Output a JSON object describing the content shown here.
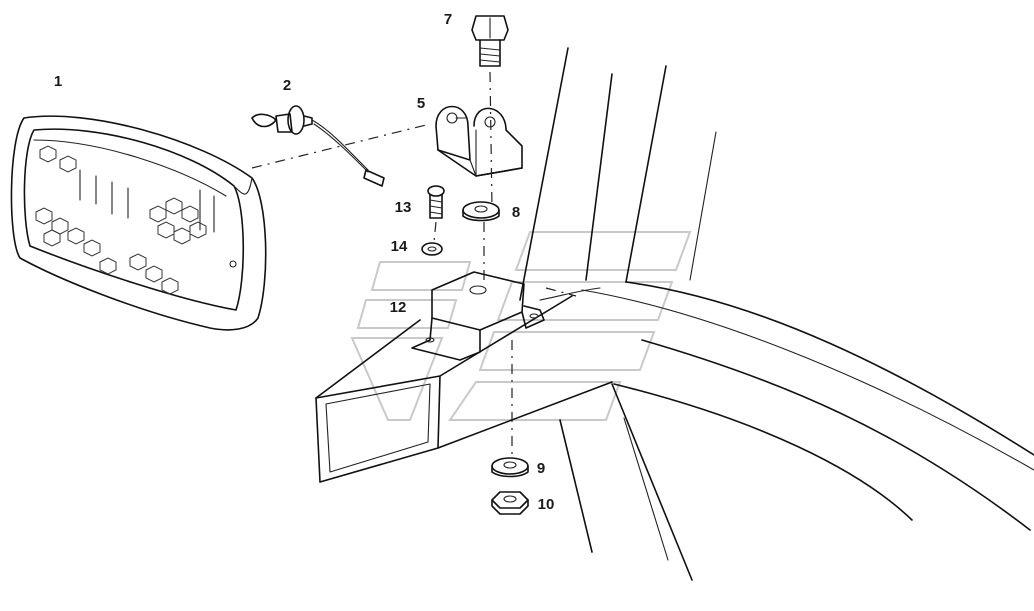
{
  "callouts": {
    "lamp": "1",
    "bulb": "2",
    "bracket": "5",
    "bolt": "7",
    "washer_top": "8",
    "washer_bottom": "9",
    "nut": "10",
    "mount_plate": "12",
    "screw": "13",
    "lock_washer": "14"
  },
  "colors": {
    "line": "#111111",
    "watermark": "#c9c9c9",
    "background": "#ffffff"
  }
}
